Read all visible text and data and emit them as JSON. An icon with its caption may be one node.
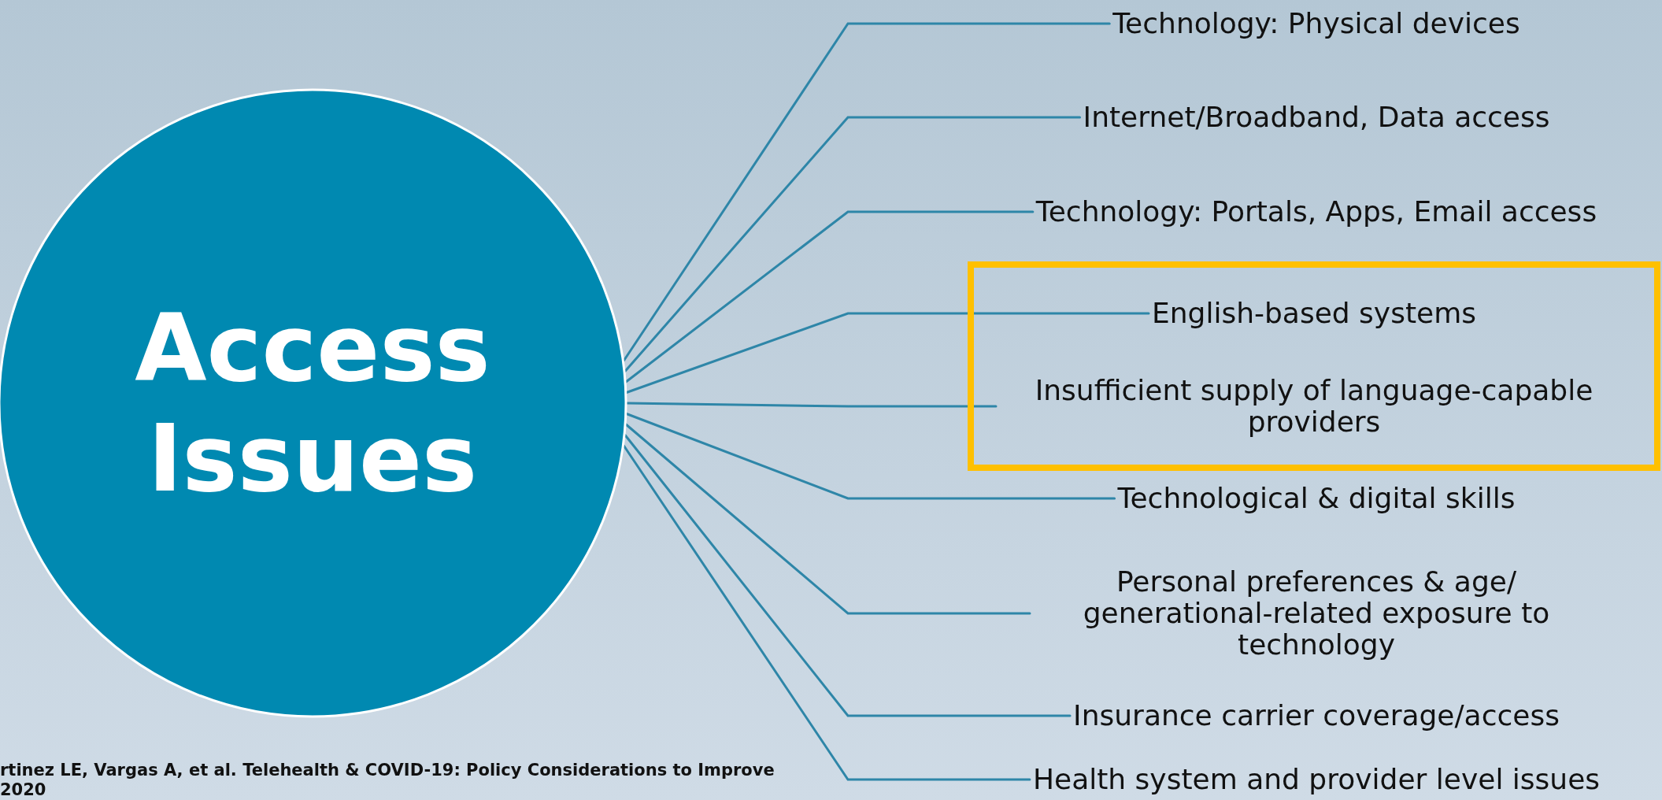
{
  "diagram": {
    "nodes": [
      {
        "text": [
          "Access Issues"
        ]
      },
      {
        "text": [
          "Technology: Physical devices"
        ]
      },
      {
        "text": [
          "Internet/Broadband, Data access"
        ]
      },
      {
        "text": [
          "Technology: Portals, Apps, Email access"
        ]
      },
      {
        "text": [],
        "shape": "box"
      },
      {
        "text": [
          "English-based systems"
        ],
        "in": 4
      },
      {
        "text": [
          "Insufficient supply of language-capable providers"
        ],
        "in": 4
      },
      {
        "text": [
          "Technological & digital skills"
        ]
      },
      {
        "text": [
          "Personal preferences & age/ generational-related exposure to technology"
        ]
      },
      {
        "text": [
          "Insurance carrier coverage/access"
        ]
      },
      {
        "text": [
          "Health system and provider level issues"
        ]
      }
    ],
    "edges": [
      {
        "from": 0,
        "to": 1,
        "arrow": "none"
      },
      {
        "from": 0,
        "to": 2,
        "arrow": "none"
      },
      {
        "from": 0,
        "to": 3,
        "arrow": "none"
      },
      {
        "from": 0,
        "to": 5,
        "arrow": "none"
      },
      {
        "from": 0,
        "to": 6,
        "arrow": "none"
      },
      {
        "from": 0,
        "to": 7,
        "arrow": "none"
      },
      {
        "from": 0,
        "to": 8,
        "arrow": "none"
      },
      {
        "from": 0,
        "to": 9,
        "arrow": "none"
      },
      {
        "from": 0,
        "to": 10,
        "arrow": "none"
      }
    ],
    "labels": [
      "rtinez LE, Vargas A, et al. Telehealth & COVID-19: Policy Considerations to Improve",
      "2020"
    ]
  }
}
